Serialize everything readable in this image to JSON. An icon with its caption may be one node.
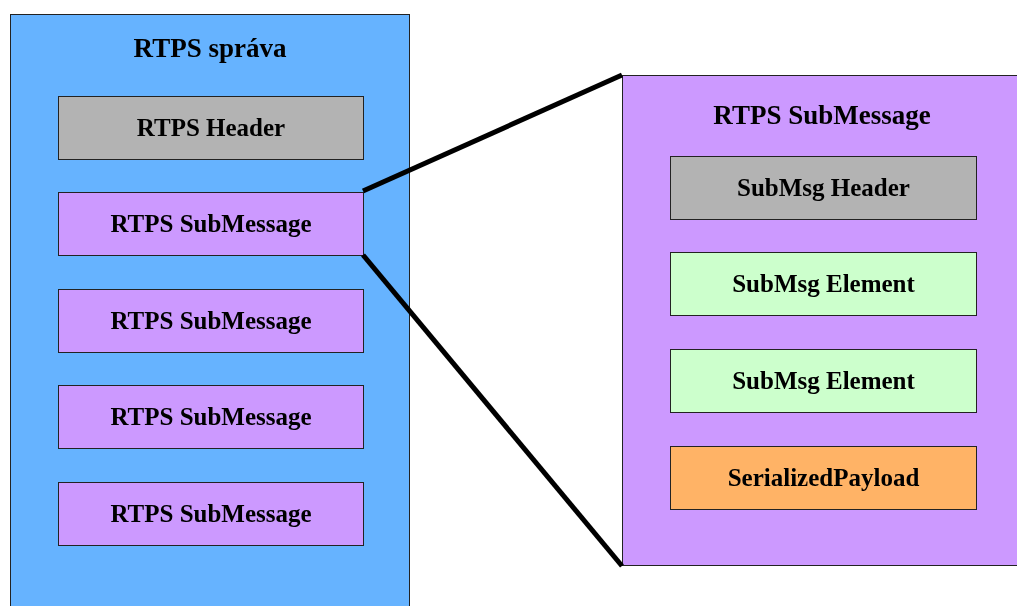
{
  "diagram": {
    "nodes": [
      {
        "text": [
          "RTPS správa"
        ]
      },
      {
        "text": [
          "RTPS Header"
        ],
        "in": 0
      },
      {
        "text": [
          "RTPS SubMessage"
        ],
        "in": 0
      },
      {
        "text": [
          "RTPS SubMessage"
        ],
        "in": 0
      },
      {
        "text": [
          "RTPS SubMessage"
        ],
        "in": 0
      },
      {
        "text": [
          "RTPS SubMessage"
        ],
        "in": 0
      },
      {
        "text": [
          "RTPS SubMessage"
        ]
      },
      {
        "text": [
          "SubMsg Header"
        ],
        "in": 6
      },
      {
        "text": [
          "SubMsg Element"
        ],
        "in": 6
      },
      {
        "text": [
          "SubMsg Element"
        ],
        "in": 6
      },
      {
        "text": [
          "SerializedPayload"
        ],
        "in": 6
      }
    ],
    "edges": [
      {
        "from": 2,
        "to": 6,
        "arrow": "none"
      },
      {
        "from": 2,
        "to": 6,
        "arrow": "none"
      }
    ]
  }
}
